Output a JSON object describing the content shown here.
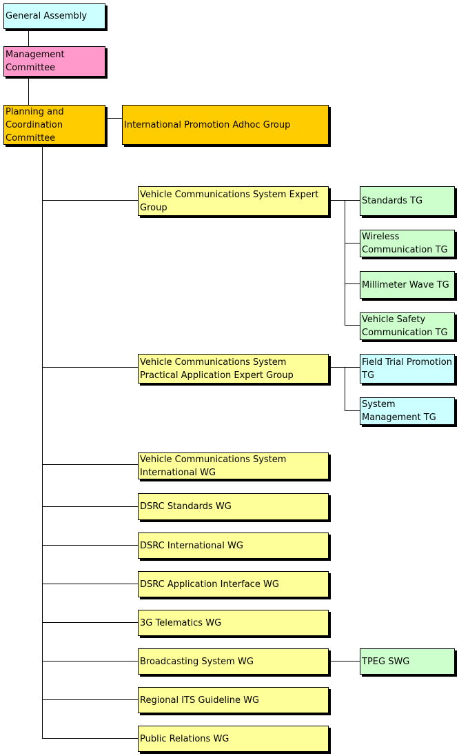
{
  "colors": {
    "top": "#ccffff",
    "management": "#ff99cc",
    "planning": "#ffcc00",
    "expert_group": "#ffff99",
    "task_group": "#ccffcc",
    "promotion_tg": "#ccffff"
  },
  "nodes": {
    "general_assembly": "General Assembly",
    "management_committee": "Management Committee",
    "planning_committee": "Planning and Coordination Committee",
    "international_promotion": "International Promotion Adhoc Group",
    "vcs_expert": "Vehicle Communications System Expert Group",
    "standards_tg": "Standards TG",
    "wireless_tg": "Wireless Communication TG",
    "millimeter_tg": "Millimeter Wave TG",
    "vehicle_safety_tg": "Vehicle Safety Communication TG",
    "vcs_practical": "Vehicle Communications System Practical Application Expert Group",
    "field_trial_tg": "Field Trial Promotion TG",
    "system_mgmt_tg": "System Management TG",
    "vcs_international_wg": "Vehicle Communications System International WG",
    "dsrc_standards_wg": "DSRC Standards WG",
    "dsrc_international_wg": "DSRC International WG",
    "dsrc_api_wg": "DSRC Application Interface WG",
    "telematics_wg": "3G Telematics WG",
    "broadcasting_wg": "Broadcasting System WG",
    "tpeg_swg": "TPEG SWG",
    "regional_its_wg": "Regional ITS Guideline WG",
    "public_relations_wg": "Public Relations WG"
  }
}
